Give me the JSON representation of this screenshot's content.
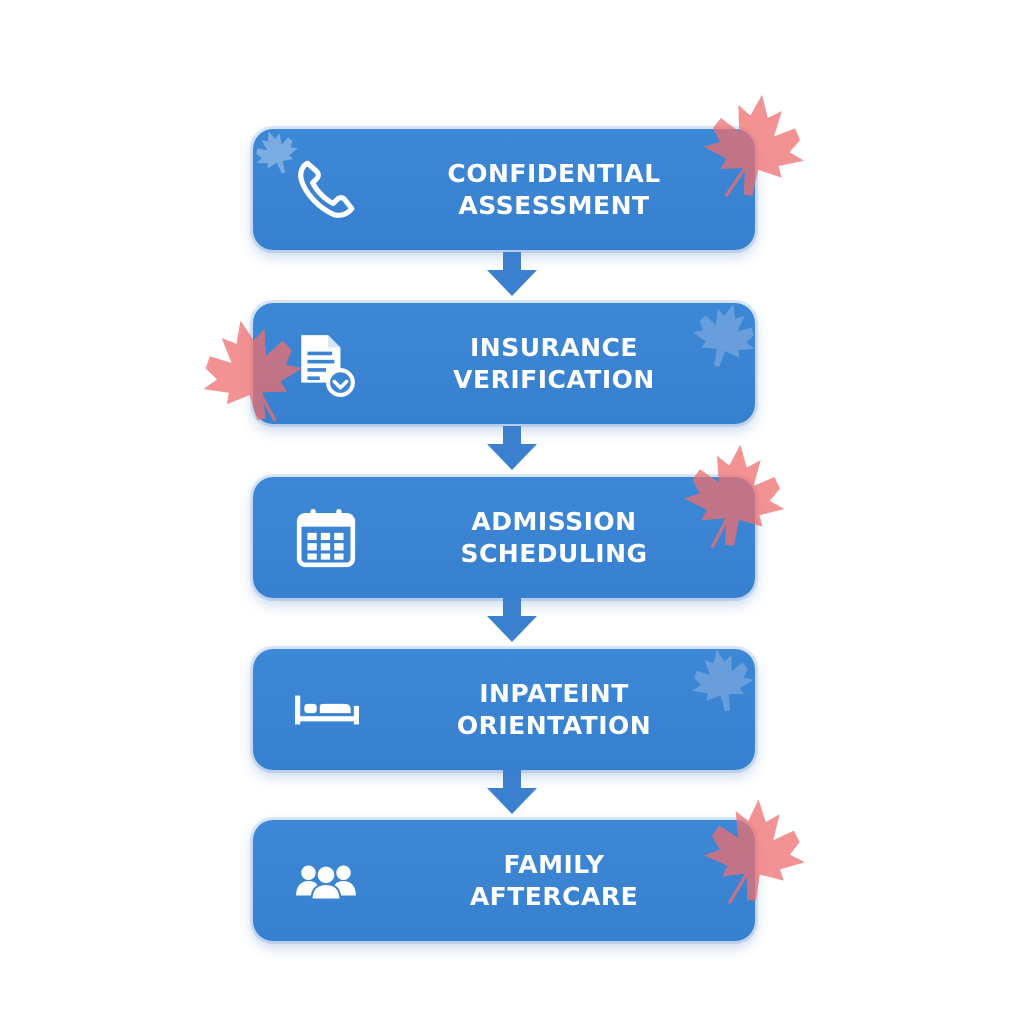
{
  "steps": [
    {
      "line1": "CONFIDENTIAL",
      "line2": "ASSESSMENT",
      "icon": "phone-icon"
    },
    {
      "line1": "INSURANCE",
      "line2": "VERIFICATION",
      "icon": "document-check-icon"
    },
    {
      "line1": "ADMISSION",
      "line2": "SCHEDULING",
      "icon": "calendar-icon"
    },
    {
      "line1": "INPATEINT",
      "line2": "ORIENTATION",
      "icon": "bed-icon"
    },
    {
      "line1": "FAMILY",
      "line2": "AFTERCARE",
      "icon": "family-group-icon"
    }
  ],
  "colors": {
    "box": "#3b85d4",
    "arrow": "#3b7fcf",
    "leaf_red": "#ef6e6e",
    "leaf_blue": "#8fb2e2",
    "text": "#ffffff"
  }
}
